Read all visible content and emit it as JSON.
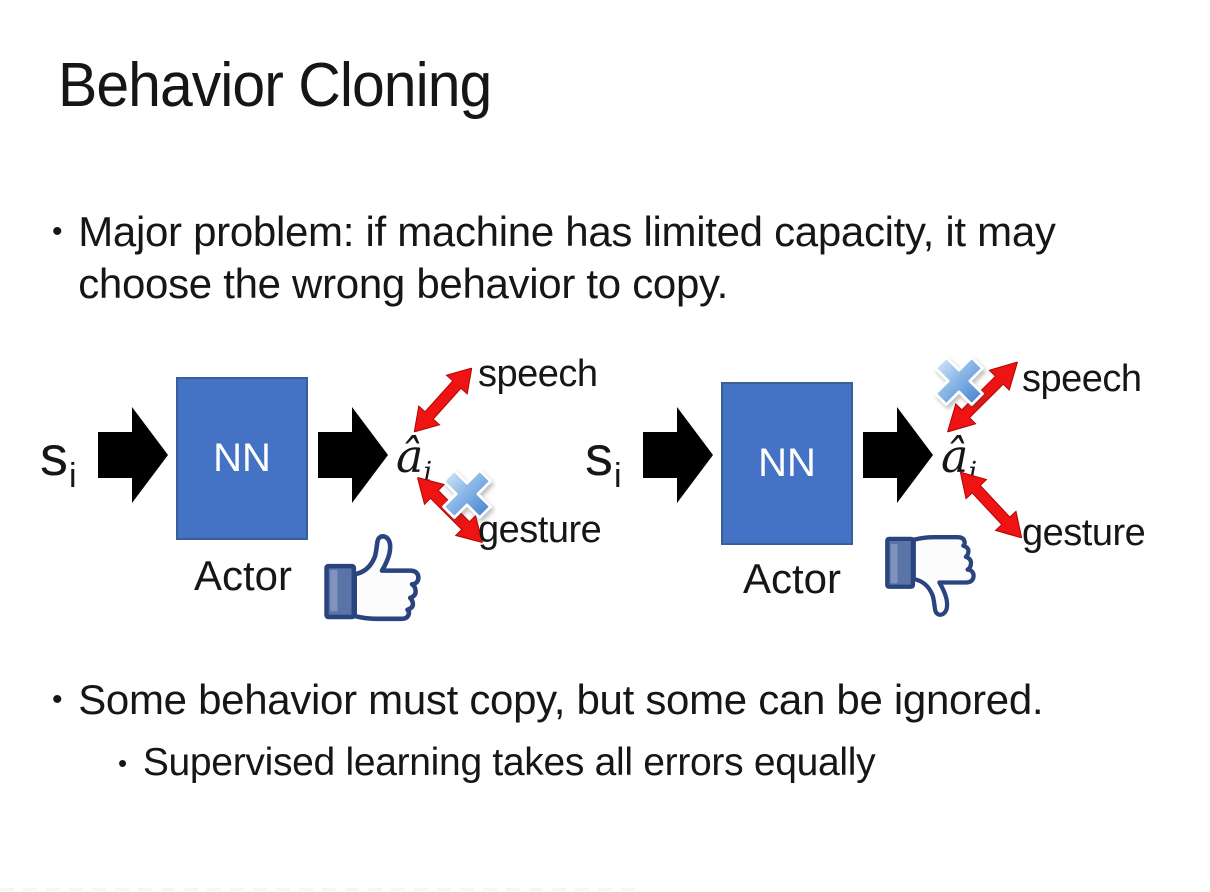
{
  "slide": {
    "title": "Behavior Cloning",
    "bullet_glyph": "•",
    "bullets": {
      "major_problem": "Major problem: if machine has limited capacity, it may choose the wrong behavior to copy.",
      "some_behavior": "Some behavior must copy, but some can be ignored.",
      "supervised": "Supervised learning takes all errors equally"
    }
  },
  "diagram": {
    "left": {
      "input": {
        "base": "s",
        "sub": "i"
      },
      "nn_label": "NN",
      "actor_label": "Actor",
      "output": {
        "base": "â",
        "sub": "i"
      },
      "speech_label": "speech",
      "gesture_label": "gesture",
      "crossed_out": "gesture",
      "feedback_icon": "thumbs-up"
    },
    "right": {
      "input": {
        "base": "s",
        "sub": "i"
      },
      "nn_label": "NN",
      "actor_label": "Actor",
      "output": {
        "base": "â",
        "sub": "i"
      },
      "speech_label": "speech",
      "gesture_label": "gesture",
      "crossed_out": "speech",
      "feedback_icon": "thumbs-down"
    }
  },
  "colors": {
    "text": "#161616",
    "nn_box": "#4472C4",
    "nn_border": "#3B5E99",
    "nn_text": "#FFFFFF",
    "arrow_black": "#000000",
    "arrow_red": "#EE1414",
    "arrow_red_edge": "#B20000",
    "cross_blue": "#3E7CCB",
    "thumb_outline": "#29447E",
    "thumb_cuff": "#5B74A8"
  }
}
